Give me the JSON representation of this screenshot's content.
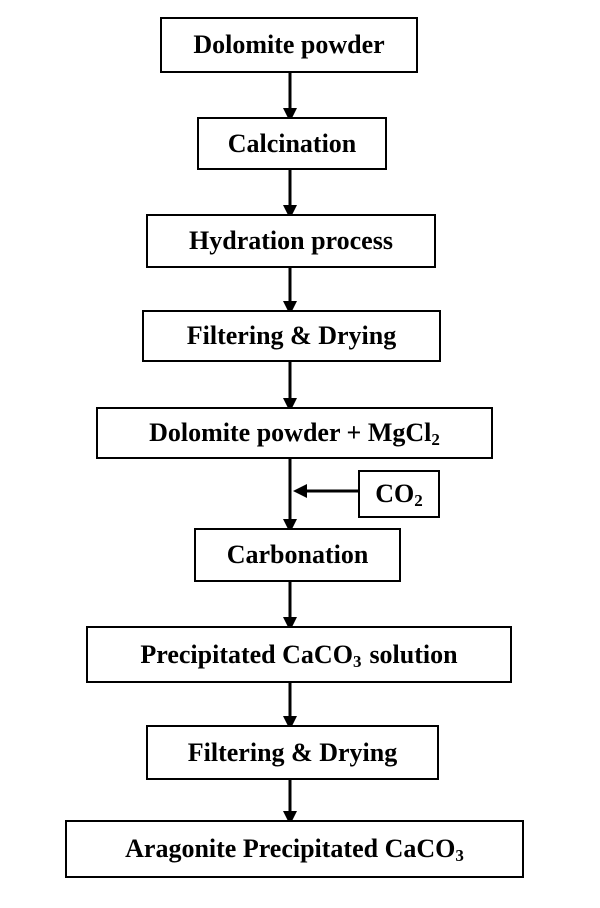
{
  "steps": [
    {
      "id": "dolomite-powder",
      "text": "Dolomite powder"
    },
    {
      "id": "calcination",
      "text": "Calcination"
    },
    {
      "id": "hydration-process",
      "text": "Hydration process"
    },
    {
      "id": "filtering-drying-1",
      "text": "Filtering & Drying"
    },
    {
      "id": "dolomite-mgcl2",
      "text_main": "Dolomite powder + MgCl",
      "text_sub": "2"
    },
    {
      "id": "carbonation",
      "text": "Carbonation"
    },
    {
      "id": "precipitated-solution",
      "text_pre": "Precipitated CaCO",
      "text_sub": "3",
      "text_post": "solution"
    },
    {
      "id": "filtering-drying-2",
      "text": "Filtering & Drying"
    },
    {
      "id": "aragonite",
      "text_pre": "Aragonite Precipitated CaCO",
      "text_sub": "3"
    }
  ],
  "input": {
    "text_main": "CO",
    "text_sub": "2"
  }
}
